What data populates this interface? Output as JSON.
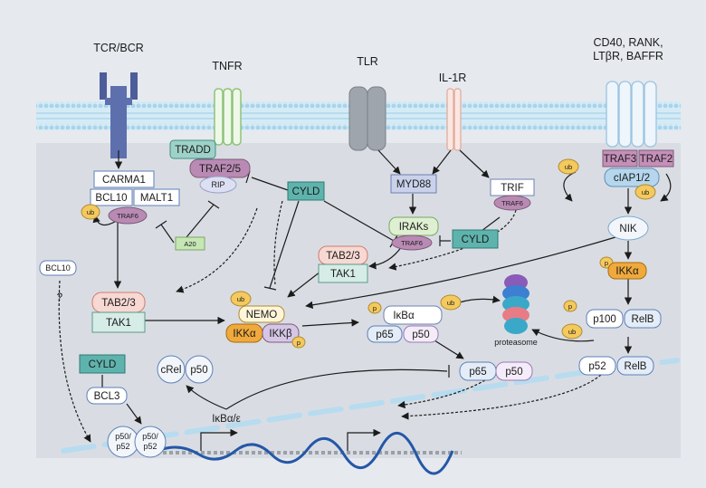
{
  "receptors": {
    "tcr_bcr": "TCR/BCR",
    "tnfr": "TNFR",
    "tlr": "TLR",
    "il1r": "IL-1R",
    "noncanonical_line1": "CD40, RANK,",
    "noncanonical_line2": "LTβR, BAFFR"
  },
  "nodes": {
    "carma1": "CARMA1",
    "bcl10": "BCL10",
    "malt1": "MALT1",
    "traf6_a": "TRAF6",
    "ub": "ub",
    "tradd": "TRADD",
    "traf2_5": "TRAF2/5",
    "rip": "RIP",
    "a20": "A20",
    "cyld_top": "CYLD",
    "myd88": "MYD88",
    "trif": "TRIF",
    "traf6_trif": "TRAF6",
    "iraks": "IRAKs",
    "traf6_iraks": "TRAF6",
    "cyld_mid": "CYLD",
    "tab23_mid": "TAB2/3",
    "tak1_mid": "TAK1",
    "bcl10_left": "BCL10",
    "question": "?",
    "tab23_left": "TAB2/3",
    "tak1_left": "TAK1",
    "nemo": "NEMO",
    "ikka": "IKKα",
    "ikkb": "IKKβ",
    "p": "p",
    "ikba": "IκBα",
    "p65": "p65",
    "p50": "p50",
    "proteasome": "proteasome",
    "traf3": "TRAF3",
    "traf2": "TRAF2",
    "ciap": "cIAP1/2",
    "nik": "NIK",
    "ikka_nc": "IKKα",
    "p100": "p100",
    "relb": "RelB",
    "p52": "p52",
    "relb2": "RelB",
    "cyld_low": "CYLD",
    "bcl3": "BCL3",
    "crel": "cRel",
    "p50_crel": "p50",
    "p65_n": "p65",
    "p50_n": "p50",
    "p50p52_a1": "p50/",
    "p50p52_a2": "p52",
    "p50p52_b1": "p50/",
    "p50p52_b2": "p52",
    "ikba_e": "IκBα/ε"
  },
  "colors": {
    "background": "#e6e9ee",
    "membrane": "#b8dcef",
    "teal": "#5fb3ad",
    "traf6": "#b98ab4",
    "yellow": "#f4c95d",
    "orange": "#f0a93c"
  }
}
